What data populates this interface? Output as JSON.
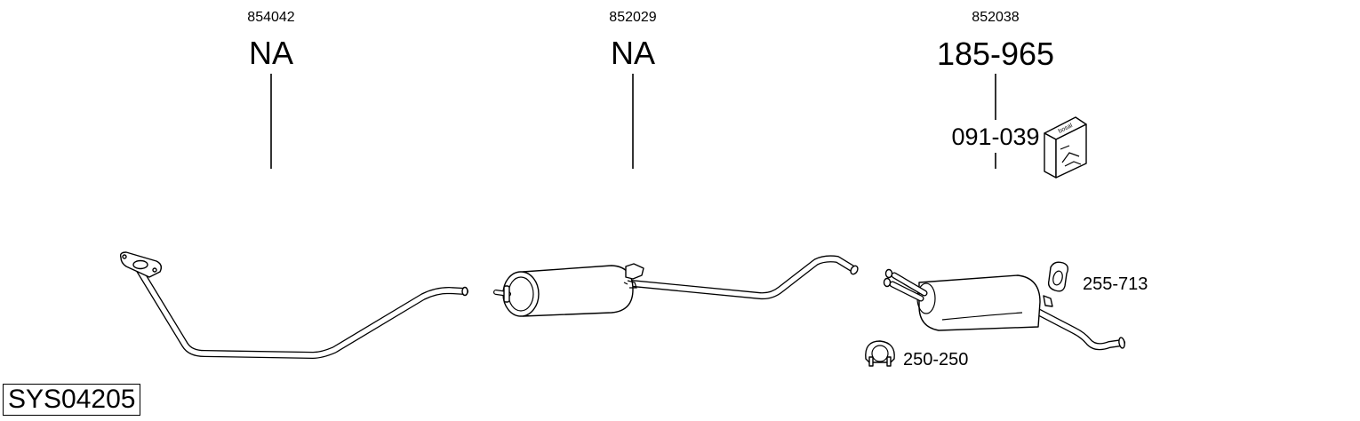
{
  "system_code": "SYS04205",
  "sections": [
    {
      "oe_number": "854042",
      "part_number": "NA",
      "accessories": []
    },
    {
      "oe_number": "852029",
      "part_number": "NA",
      "accessories": []
    },
    {
      "oe_number": "852038",
      "part_number": "185-965",
      "accessories": [
        {
          "part_number": "091-039",
          "icon": "bosal-mounting-kit-box-icon"
        }
      ]
    }
  ],
  "fittings": [
    {
      "part_number": "255-713",
      "icon": "rubber-hanger-icon"
    },
    {
      "part_number": "250-250",
      "icon": "exhaust-clamp-icon"
    }
  ],
  "brand_box_text": "bosal"
}
